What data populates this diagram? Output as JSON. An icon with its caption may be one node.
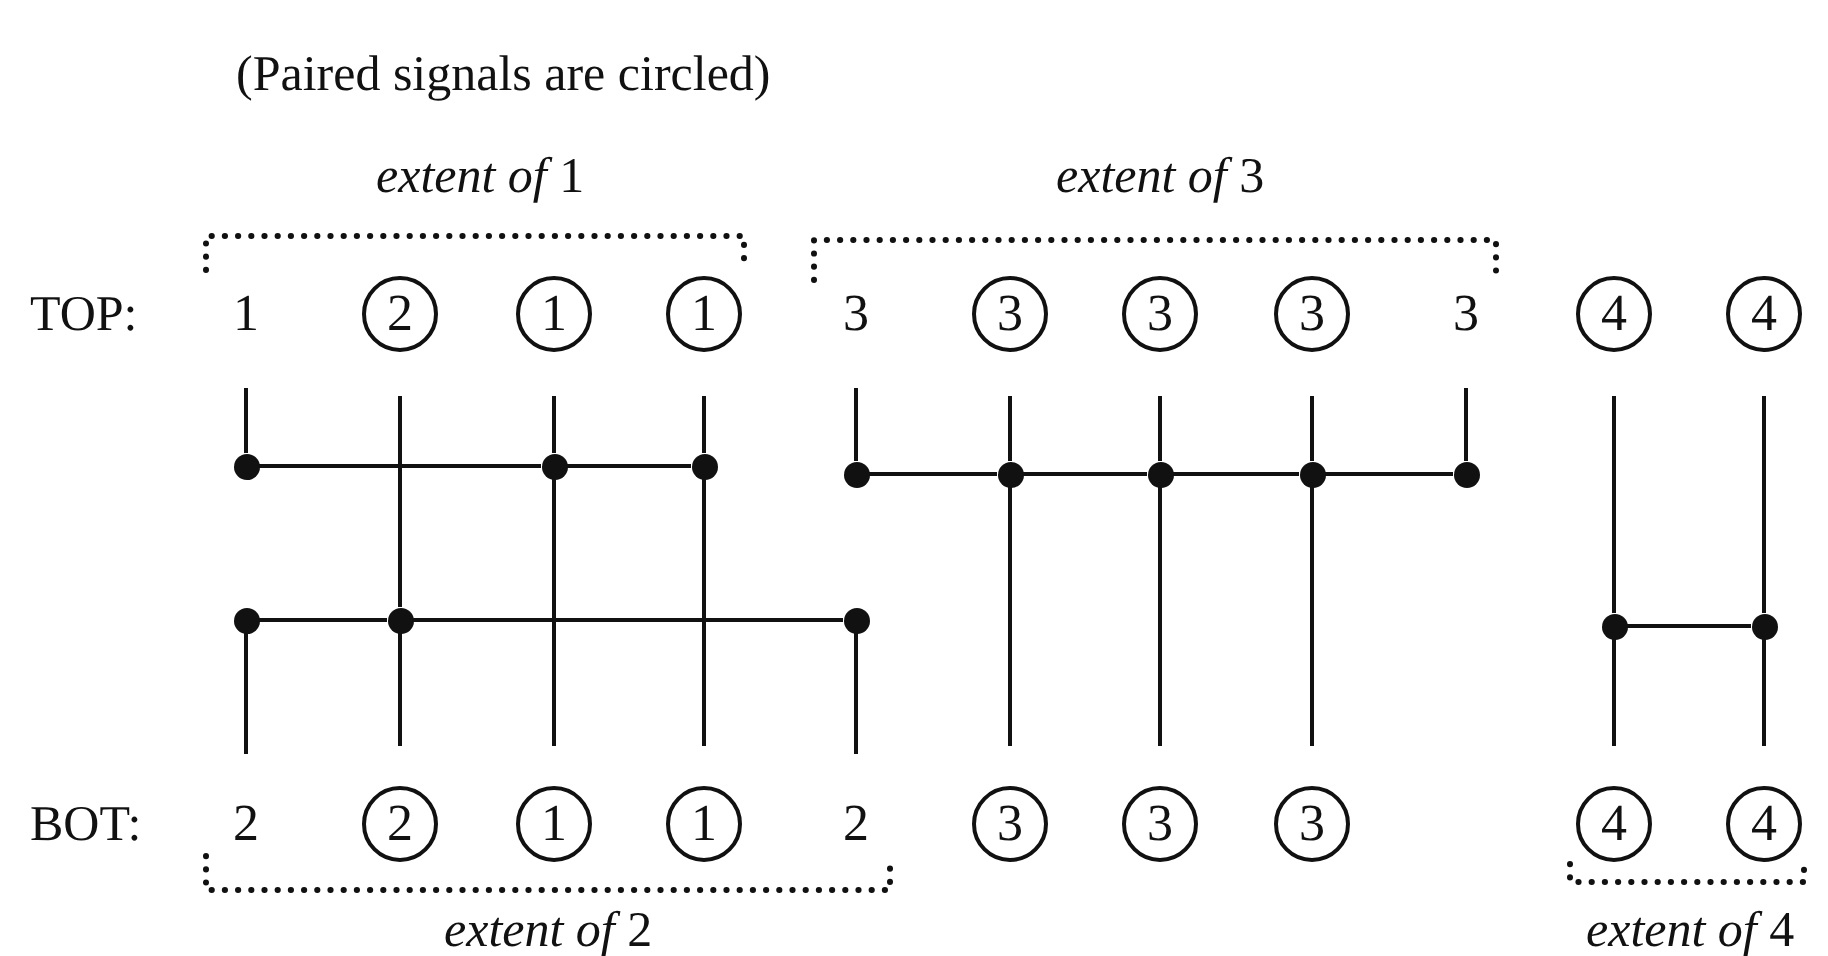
{
  "diagram": {
    "nodes": [
      {
        "text": [
          "1"
        ]
      },
      {
        "text": [
          "2"
        ]
      },
      {
        "text": [
          "1"
        ]
      },
      {
        "text": [
          "1"
        ]
      },
      {
        "text": [
          "3"
        ]
      },
      {
        "text": [
          "3"
        ]
      },
      {
        "text": [
          "3"
        ]
      },
      {
        "text": [
          "3"
        ]
      },
      {
        "text": [
          "3"
        ]
      },
      {
        "text": [
          "4"
        ]
      },
      {
        "text": [
          "4"
        ]
      },
      {
        "text": [],
        "shape": "circle"
      },
      {
        "text": [],
        "shape": "circle"
      },
      {
        "text": [],
        "shape": "circle"
      },
      {
        "text": [],
        "shape": "circle"
      },
      {
        "text": [],
        "shape": "circle"
      },
      {
        "text": [],
        "shape": "circle"
      },
      {
        "text": [],
        "shape": "circle"
      },
      {
        "text": [],
        "shape": "circle"
      },
      {
        "text": [],
        "shape": "circle"
      },
      {
        "text": [],
        "shape": "circle"
      },
      {
        "text": [],
        "shape": "circle"
      },
      {
        "text": [],
        "shape": "circle"
      },
      {
        "text": [],
        "shape": "circle"
      },
      {
        "text": [
          "2"
        ]
      },
      {
        "text": [
          "2"
        ]
      },
      {
        "text": [
          "1"
        ]
      },
      {
        "text": [
          "1"
        ]
      },
      {
        "text": [
          "2"
        ]
      },
      {
        "text": [
          "3"
        ]
      },
      {
        "text": [
          "3"
        ]
      },
      {
        "text": [
          "3"
        ]
      },
      {
        "text": [
          "4"
        ]
      },
      {
        "text": [
          "4"
        ]
      }
    ],
    "edges": [
      {
        "from": 0,
        "to": 11,
        "arrow": "none"
      },
      {
        "from": 19,
        "to": 24,
        "arrow": "none"
      },
      {
        "from": 1,
        "to": 20,
        "arrow": "none"
      },
      {
        "from": 20,
        "to": 25,
        "arrow": "none"
      },
      {
        "from": 2,
        "to": 12,
        "arrow": "none"
      },
      {
        "from": 12,
        "to": 26,
        "arrow": "none"
      },
      {
        "from": 3,
        "to": 13,
        "arrow": "none"
      },
      {
        "from": 13,
        "to": 27,
        "arrow": "none"
      },
      {
        "from": 4,
        "to": 14,
        "arrow": "none"
      },
      {
        "from": 21,
        "to": 28,
        "arrow": "none"
      },
      {
        "from": 5,
        "to": 15,
        "arrow": "none"
      },
      {
        "from": 15,
        "to": 29,
        "arrow": "none"
      },
      {
        "from": 6,
        "to": 16,
        "arrow": "none"
      },
      {
        "from": 16,
        "to": 30,
        "arrow": "none"
      },
      {
        "from": 7,
        "to": 17,
        "arrow": "none"
      },
      {
        "from": 17,
        "to": 31,
        "arrow": "none"
      },
      {
        "from": 8,
        "to": 18,
        "arrow": "none"
      },
      {
        "from": 9,
        "to": 22,
        "arrow": "none"
      },
      {
        "from": 22,
        "to": 32,
        "arrow": "none"
      },
      {
        "from": 10,
        "to": 23,
        "arrow": "none"
      },
      {
        "from": 23,
        "to": 33,
        "arrow": "none"
      },
      {
        "from": 11,
        "to": 12,
        "arrow": "none"
      },
      {
        "from": 12,
        "to": 13,
        "arrow": "none"
      },
      {
        "from": 19,
        "to": 20,
        "arrow": "none"
      },
      {
        "from": 20,
        "to": 21,
        "arrow": "none"
      },
      {
        "from": 14,
        "to": 15,
        "arrow": "none"
      },
      {
        "from": 15,
        "to": 16,
        "arrow": "none"
      },
      {
        "from": 16,
        "to": 17,
        "arrow": "none"
      },
      {
        "from": 17,
        "to": 18,
        "arrow": "none"
      },
      {
        "from": 22,
        "to": 23,
        "arrow": "none"
      }
    ],
    "labels": [
      "(Paired signals are circled)",
      "*extent of* 1",
      "*extent of* 3",
      "TOP:",
      "BOT:",
      "*extent of* 2",
      "*extent of* 4"
    ]
  }
}
